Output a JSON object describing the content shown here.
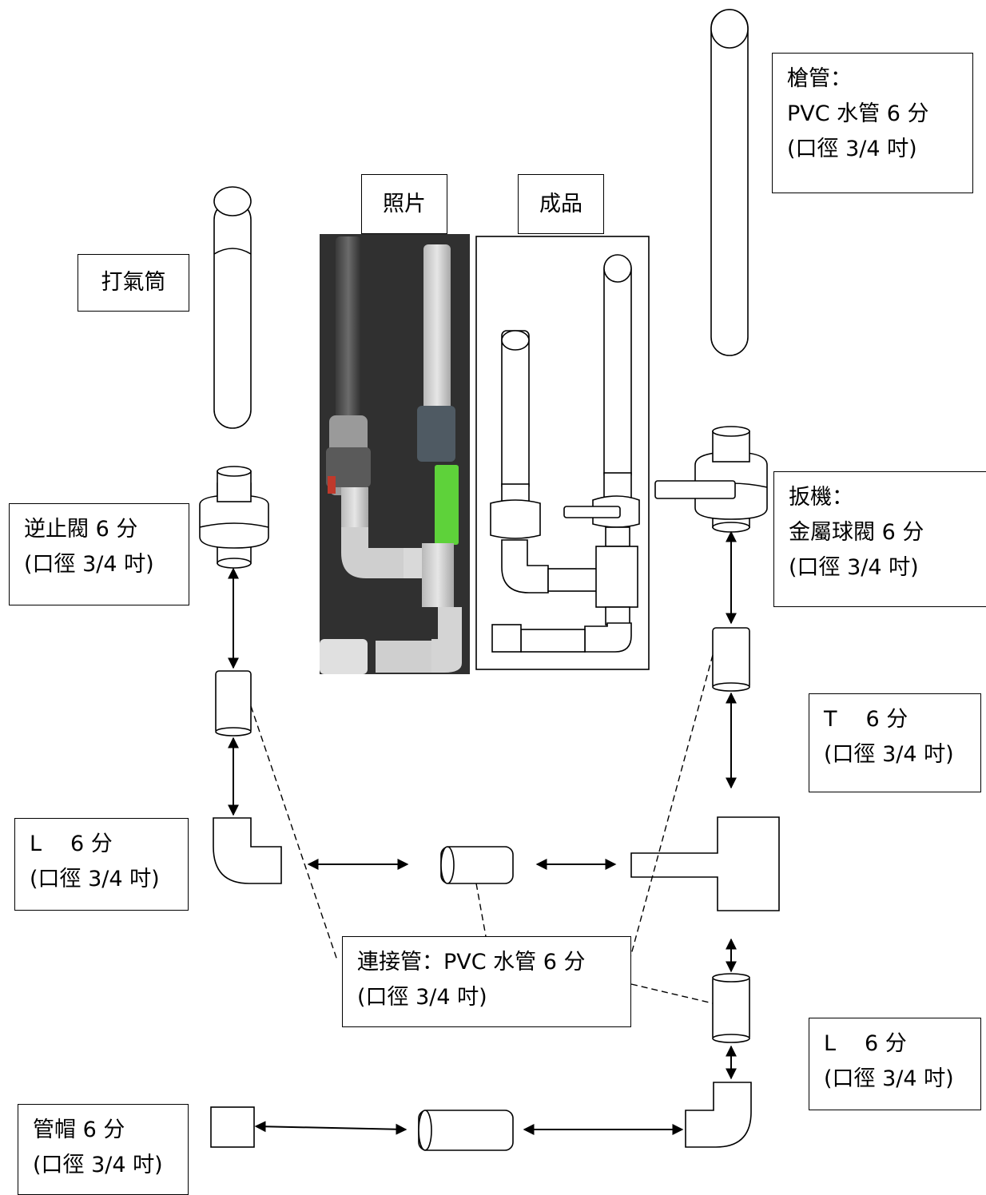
{
  "labels": {
    "photo": "照片",
    "finished": "成品",
    "barrel": {
      "title": "槍管：",
      "line1": "PVC 水管 6 分",
      "line2": "(口徑 3/4 吋)"
    },
    "pump": "打氣筒",
    "check_valve": {
      "line1": "逆止閥 6 分",
      "line2": "(口徑 3/4 吋)"
    },
    "trigger": {
      "title": "扳機：",
      "line1": "金屬球閥  6 分",
      "line2": "(口徑 3/4 吋)"
    },
    "tee": {
      "code": "T",
      "size": "6 分",
      "line2": "(口徑 3/4 吋)"
    },
    "elbow_left": {
      "code": "L",
      "size": "6 分",
      "line2": "(口徑 3/4 吋)"
    },
    "connector": {
      "line1": "連接管：PVC 水管 6 分",
      "line2": "(口徑 3/4 吋)"
    },
    "elbow_right": {
      "code": "L",
      "size": "6 分",
      "line2": "(口徑 3/4 吋)"
    },
    "cap": {
      "line1": "管帽 6 分",
      "line2": "(口徑 3/4 吋)"
    }
  },
  "colors": {
    "line": "#000000",
    "photo_background": "#2b2b2b",
    "pipe_gray": "#7a7a7a",
    "pipe_white": "#d4d4d4",
    "trigger_green": "#5ed23a"
  }
}
